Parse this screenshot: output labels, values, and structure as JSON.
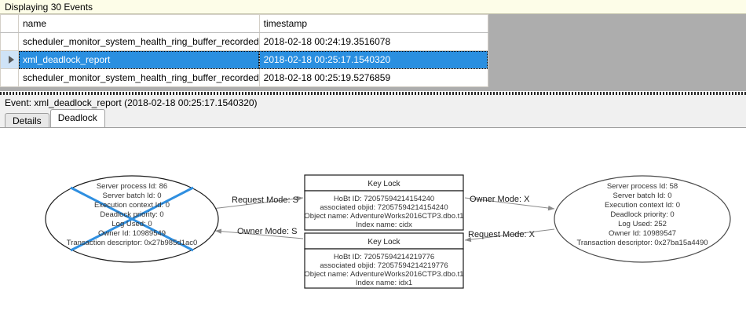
{
  "banner": {
    "text": "Displaying 30 Events"
  },
  "grid": {
    "columns": [
      "",
      "name",
      "timestamp"
    ],
    "rows": [
      {
        "marker": "",
        "name": "scheduler_monitor_system_health_ring_buffer_recorded",
        "timestamp": "2018-02-18 00:24:19.3516078",
        "selected": false
      },
      {
        "marker": "row-selector-arrow",
        "name": "xml_deadlock_report",
        "timestamp": "2018-02-18 00:25:17.1540320",
        "selected": true
      },
      {
        "marker": "",
        "name": "scheduler_monitor_system_health_ring_buffer_recorded",
        "timestamp": "2018-02-18 00:25:19.5276859",
        "selected": false
      }
    ]
  },
  "event": {
    "label": "Event: xml_deadlock_report (2018-02-18 00:25:17.1540320)"
  },
  "tabs": [
    {
      "label": "Details",
      "active": false
    },
    {
      "label": "Deadlock",
      "active": true
    }
  ],
  "deadlock_graph": {
    "victim_process": {
      "title": "Server process Id: 86",
      "lines": [
        "Server process Id: 86",
        "Server batch Id: 0",
        "Execution context Id: 0",
        "Deadlock priority: 0",
        "Log Used: 0",
        "Owner Id: 10989549",
        "Transaction descriptor: 0x27b985d1ac0"
      ],
      "is_victim": true,
      "victim_cross_color": "#2f8fe0"
    },
    "surviving_process": {
      "title": "Server process Id: 58",
      "lines": [
        "Server process Id: 58",
        "Server batch Id: 0",
        "Execution context Id: 0",
        "Deadlock priority: 0",
        "Log Used: 252",
        "Owner Id: 10989547",
        "Transaction descriptor: 0x27ba15a4490"
      ],
      "is_victim": false
    },
    "resources": [
      {
        "header": "Key Lock",
        "lines": [
          "HoBt ID: 72057594214154240",
          "associated objid: 72057594214154240",
          "Object name: AdventureWorks2016CTP3.dbo.t1",
          "Index name: cidx"
        ]
      },
      {
        "header": "Key Lock",
        "lines": [
          "HoBt ID: 72057594214219776",
          "associated objid: 72057594214219776",
          "Object name: AdventureWorks2016CTP3.dbo.t1",
          "Index name: idx1"
        ]
      }
    ],
    "edges": [
      {
        "label": "Request Mode: S",
        "direction": "right"
      },
      {
        "label": "Owner Mode: X",
        "direction": "right"
      },
      {
        "label": "Owner Mode: S",
        "direction": "left"
      },
      {
        "label": "Request Mode: X",
        "direction": "left"
      }
    ]
  },
  "colors": {
    "banner_bg": "#fdfde8",
    "selection_blue": "#2a8fe0",
    "victim_blue": "#2f8fe0",
    "grid_filler_gray": "#adadad"
  }
}
